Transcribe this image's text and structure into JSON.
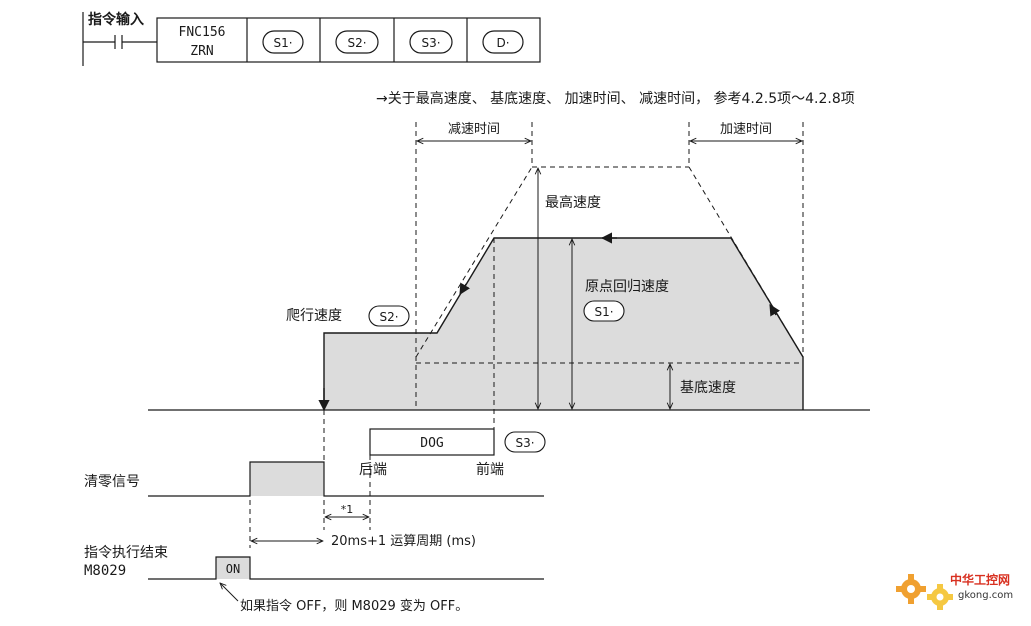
{
  "instruction": {
    "input_label": "指令输入",
    "fnc_number": "FNC156",
    "fnc_name": "ZRN",
    "operands": [
      "S1·",
      "S2·",
      "S3·",
      "D·"
    ]
  },
  "reference_note": "→关于最高速度、 基底速度、 加速时间、 减速时间， 参考4.2.5项～4.2.8项",
  "speed_profile": {
    "decel_time_label": "减速时间",
    "accel_time_label": "加速时间",
    "max_speed_label": "最高速度",
    "return_speed_label": "原点回归速度",
    "return_speed_operand": "S1·",
    "creep_speed_label": "爬行速度",
    "creep_speed_operand": "S2·",
    "base_speed_label": "基底速度"
  },
  "dog_signal": {
    "label": "DOG",
    "operand": "S3·",
    "rear_end_label": "后端",
    "front_end_label": "前端"
  },
  "clear_signal": {
    "label": "清零信号",
    "note_marker": "*1",
    "timing_label": "20ms+1 运算周期 (ms)"
  },
  "completion_flag": {
    "label_line1": "指令执行结束",
    "label_line2": "M8029",
    "on_label": "ON",
    "note": "如果指令 OFF，则 M8029 变为 OFF。"
  },
  "watermark": {
    "site_name": "中华工控网",
    "domain": "gkong.com"
  },
  "colors": {
    "line": "#1a1a1a",
    "fill": "#dcdcdc",
    "watermark_orange": "#f0a030",
    "watermark_yellow": "#f5c842",
    "watermark_red": "#d83020"
  }
}
